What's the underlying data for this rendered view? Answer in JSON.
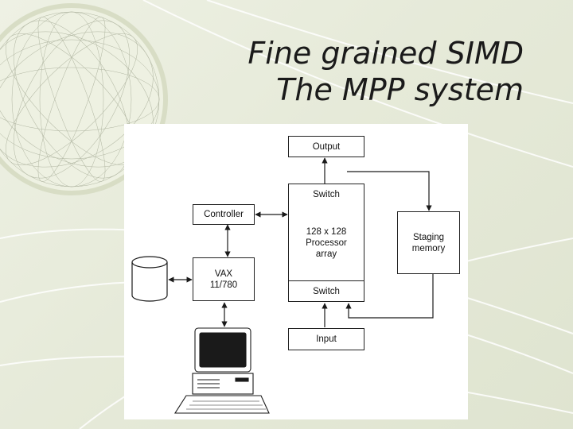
{
  "slide": {
    "title_line1": "Fine grained SIMD",
    "title_line2": "The MPP system"
  },
  "diagram": {
    "output_label": "Output",
    "switch_top_label": "Switch",
    "processor_label": "128 x 128\nProcessor\narray",
    "switch_bottom_label": "Switch",
    "input_label": "Input",
    "controller_label": "Controller",
    "vax_label": "VAX\n11/780",
    "staging_label": "Staging\nmemory",
    "disk_icon": "disk-icon",
    "terminal_icon": "computer-terminal-icon"
  },
  "colors": {
    "background": "#e6ead9",
    "sphere": "#eef1e2",
    "figure_bg": "#ffffff",
    "ink": "#1a1a1a"
  }
}
